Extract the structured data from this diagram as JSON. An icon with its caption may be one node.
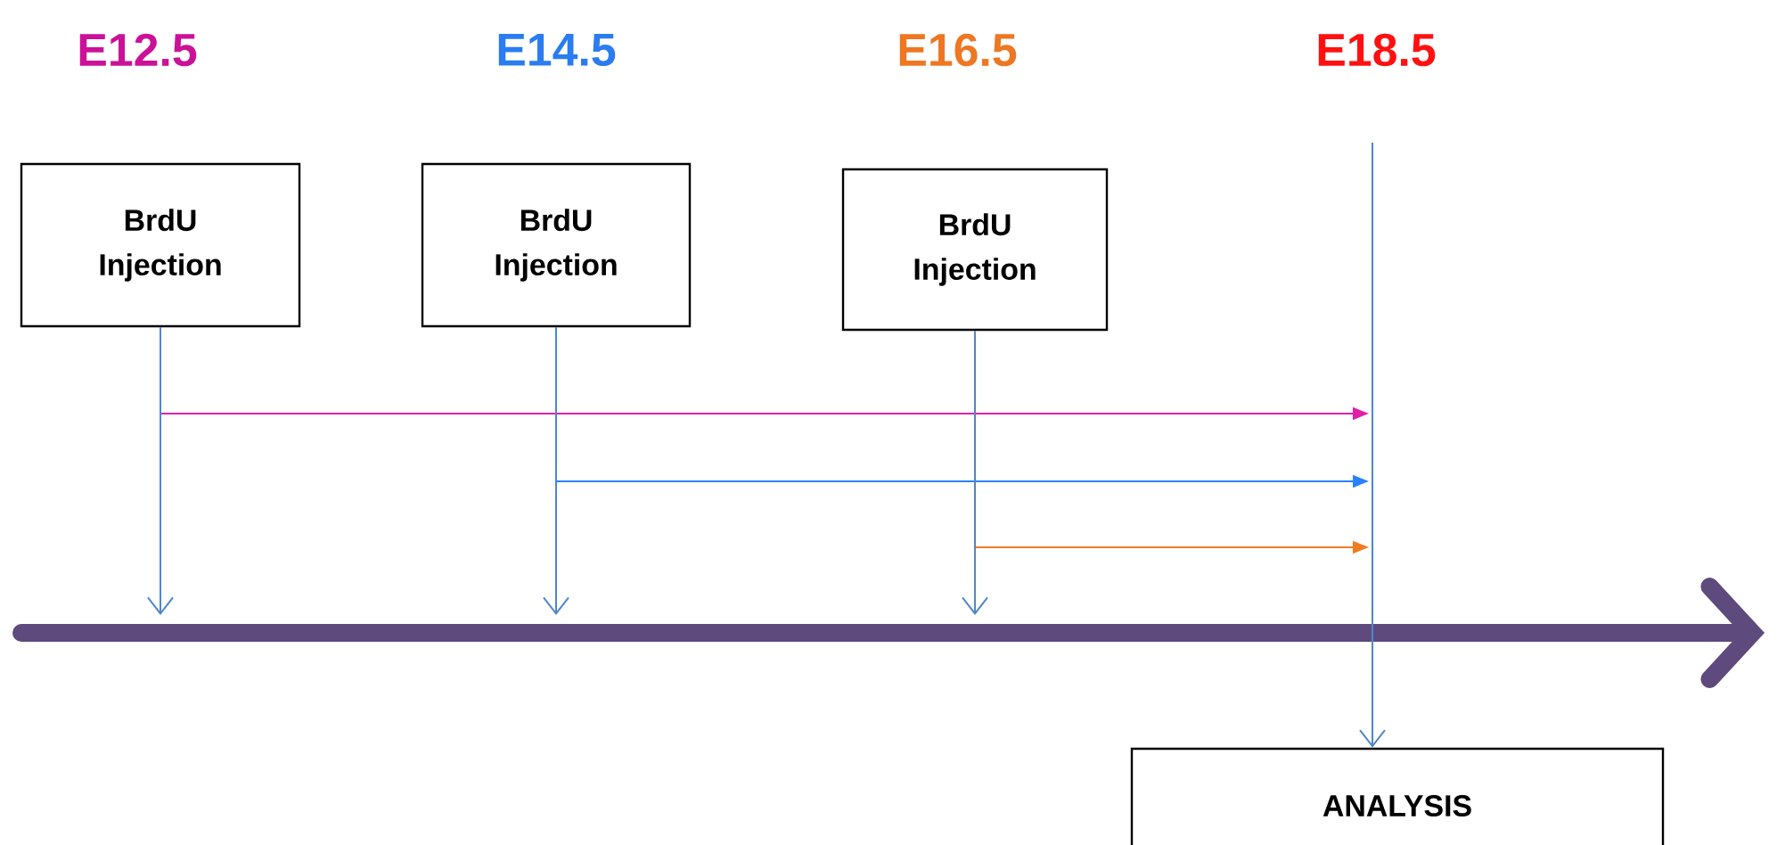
{
  "diagram": {
    "nodes": [
      {
        "text": [
          "BrdU Injection"
        ]
      },
      {
        "text": [
          "BrdU Injection"
        ]
      },
      {
        "text": [
          "BrdU Injection"
        ]
      },
      {
        "text": [
          "ANALYSIS"
        ]
      }
    ],
    "edges": [
      {
        "from": 0,
        "to": null,
        "arrow": "to"
      },
      {
        "from": 1,
        "to": null,
        "arrow": "to"
      },
      {
        "from": 2,
        "to": null,
        "arrow": "to"
      },
      {
        "from": 0,
        "to": null,
        "arrow": "to",
        "color": "#e020a8"
      },
      {
        "from": 1,
        "to": null,
        "arrow": "to",
        "color": "#2a80ff"
      },
      {
        "from": 2,
        "to": null,
        "arrow": "to",
        "color": "#f07c22"
      },
      {
        "from": null,
        "to": 3,
        "arrow": "to"
      }
    ],
    "labels": [
      "E12.5",
      "E14.5",
      "E16.5",
      "E18.5"
    ]
  }
}
